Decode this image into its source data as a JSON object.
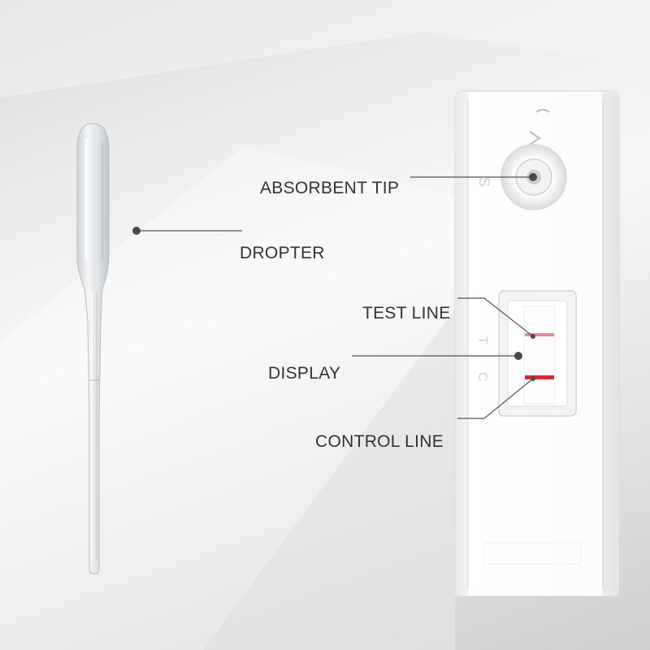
{
  "labels": {
    "absorbent_tip": "ABSORBENT TIP",
    "dropter": "DROPTER",
    "test_line": "TEST LINE",
    "display": "DISPLAY",
    "control_line": "CONTROL LINE"
  },
  "cassette_marks": {
    "sample": "S",
    "test": "T",
    "control": "C"
  },
  "colors": {
    "line_color": "#555555",
    "dot_color": "#4a4a4a",
    "control_band": "#d62a36",
    "test_band": "#e88a93",
    "text_color": "#333333"
  }
}
